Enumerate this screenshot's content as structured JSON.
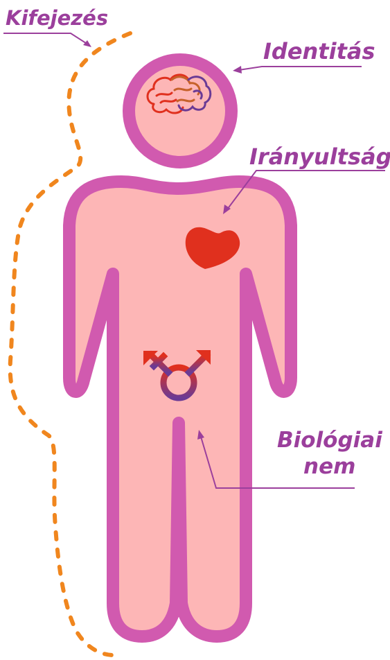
{
  "labels": {
    "expression": "Kifejezés",
    "identity": "Identitás",
    "orientation": "Irányultság",
    "biological_sex_line1": "Biológiai",
    "biological_sex_line2": "nem"
  },
  "icons": {
    "brain": "brain-icon",
    "heart": "heart-icon",
    "gender_symbol": "transgender-symbol-icon"
  },
  "colors": {
    "label_text": "#9b3f9c",
    "figure_outline": "#d15aaf",
    "figure_fill": "#fdb6b6",
    "expression_path": "#f0861e",
    "heart": "#e0301e",
    "symbol_top": "#e0301e",
    "symbol_bottom": "#6a3a95",
    "pointer_line": "#9b3f9c"
  }
}
